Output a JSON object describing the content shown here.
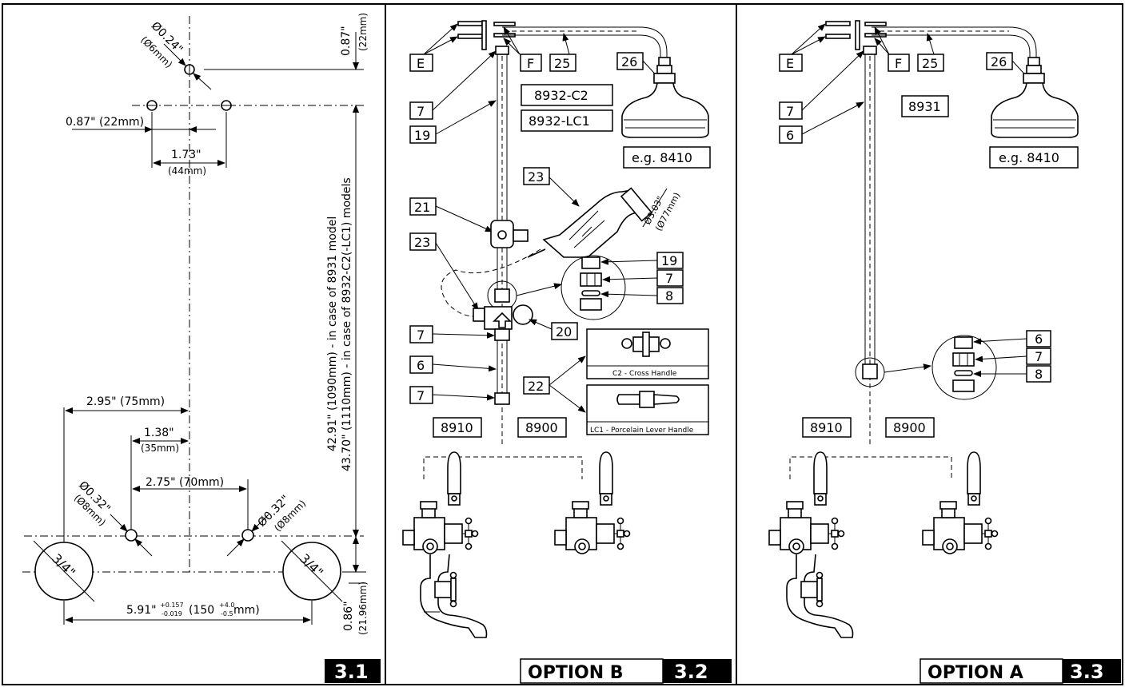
{
  "panels": {
    "p1": {
      "badge": "3.1",
      "dims": {
        "hole_top_dia": "Ø0.24\"",
        "hole_top_dia_mm": "(Ø6mm)",
        "offset_top": "0.87\"",
        "offset_top_mm": "(22mm)",
        "horiz_left": "0.87\" (22mm)",
        "spacing_top": "1.73\"",
        "spacing_top_mm": "(44mm)",
        "vertical_long_1": "42.91\" (1090mm) - in case of 8931 model",
        "vertical_long_2": "43.70\" (1110mm) - in case of 8932-C2(-LC1) models",
        "half_outer": "2.95\" (75mm)",
        "half_inner": "1.38\"",
        "half_inner_mm": "(35mm)",
        "hole_mid_dia_l": "Ø0.32\"",
        "hole_mid_dia_l_mm": "(Ø8mm)",
        "hole_mid_dia_r": "Ø0.32\"",
        "hole_mid_dia_r_mm": "(Ø8mm)",
        "spacing_mid": "2.75\" (70mm)",
        "pipe_l": "3/4\"",
        "pipe_r": "3/4\"",
        "offset_bottom": "0.86\"",
        "offset_bottom_mm": "(21.96mm)",
        "spacing_bottom": "5.91\"",
        "spacing_bottom_tol_up": "+0.157",
        "spacing_bottom_tol_dn": "-0.019",
        "spacing_bottom_mm_a": "(150",
        "spacing_bottom_mm_tol_up": "+4.0",
        "spacing_bottom_mm_tol_dn": "-0.5",
        "spacing_bottom_mm_b": "mm)"
      }
    },
    "p2": {
      "badge_label": "OPTION B",
      "badge_num": "3.2",
      "labels": {
        "E": "E",
        "F": "F",
        "n25": "25",
        "n26": "26",
        "n7a": "7",
        "n19": "19",
        "n21": "21",
        "n23a": "23",
        "n23b": "23",
        "n7b": "7",
        "n6": "6",
        "n7c": "7",
        "n20": "20",
        "n22": "22",
        "d19": "19",
        "d7": "7",
        "d8": "8"
      },
      "models": [
        "8932-C2",
        "8932-LC1"
      ],
      "shower_head": "e.g. 8410",
      "handshower_dia": "Ø3.03\"",
      "handshower_dia_mm": "(Ø77mm)",
      "handle_c2": "C2 - Cross Handle",
      "handle_lc1": "LC1 - Porcelain Lever Handle",
      "valve_left": "8910",
      "valve_right": "8900"
    },
    "p3": {
      "badge_label": "OPTION A",
      "badge_num": "3.3",
      "labels": {
        "E": "E",
        "F": "F",
        "n25": "25",
        "n26": "26",
        "n7": "7",
        "n6": "6",
        "d6": "6",
        "d7": "7",
        "d8": "8"
      },
      "model": "8931",
      "shower_head": "e.g. 8410",
      "valve_left": "8910",
      "valve_right": "8900"
    }
  }
}
